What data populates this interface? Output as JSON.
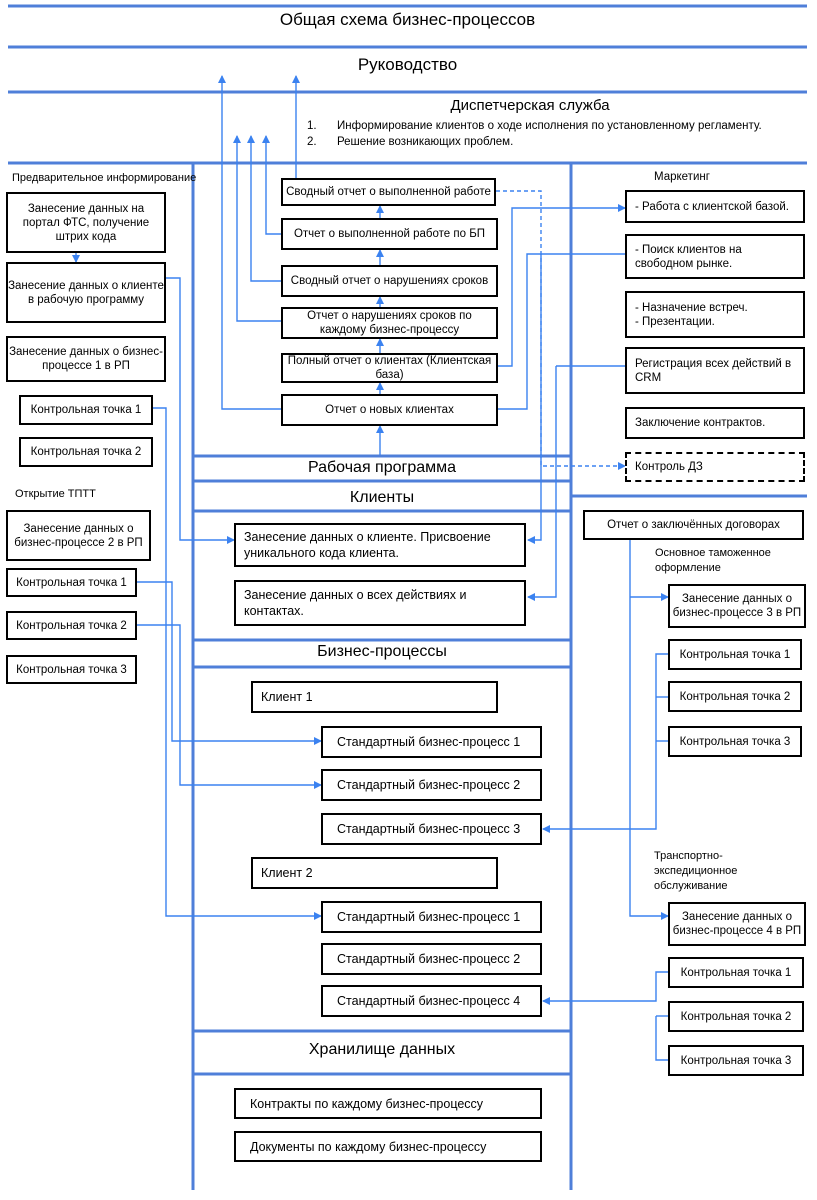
{
  "title": "Общая схема бизнес-процессов",
  "management": "Руководство",
  "dispatch": {
    "title": "Диспетчерская служба",
    "items": [
      {
        "num": "1.",
        "text": "Информирование клиентов о ходе исполнения по установленному регламенту."
      },
      {
        "num": "2.",
        "text": "Решение возникающих проблем."
      }
    ]
  },
  "left": {
    "prelim_label": "Предварительное информирование",
    "prelim_boxes": [
      "Занесение данных на портал ФТС, получение штрих кода",
      "Занесение данных о клиенте в рабочую программу",
      "Занесение данных о бизнес-процессе 1 в РП",
      "Контрольная точка 1",
      "Контрольная точка 2"
    ],
    "tptt_label": "Открытие ТПТТ",
    "tptt_boxes": [
      "Занесение данных о бизнес-процессе 2 в РП",
      "Контрольная точка 1",
      "Контрольная точка 2",
      "Контрольная точка 3"
    ]
  },
  "reports": [
    "Сводный отчет о выполненной работе",
    "Отчет о выполненной работе по БП",
    "Сводный отчет о нарушениях сроков",
    "Отчет о нарушениях сроков по каждому бизнес-процессу",
    "Полный отчет о клиентах (Клиентская база)",
    "Отчет о новых клиентах"
  ],
  "marketing": {
    "label": "Маркетинг",
    "boxes": [
      "- Работа с клиентской базой.",
      "- Поиск клиентов на свободном рынке.",
      "- Назначение встреч.\n- Презентации.",
      "Регистрация всех действий в CRM",
      "Заключение контрактов.",
      "Контроль ДЗ"
    ]
  },
  "work_program": "Рабочая программа",
  "clients": {
    "header": "Клиенты",
    "boxes": [
      "Занесение данных о клиенте. Присвоение уникального кода клиента.",
      "Занесение данных о всех действиях и контактах."
    ]
  },
  "bp": {
    "header": "Бизнес-процессы",
    "client1": "Клиент 1",
    "client1_items": [
      "Стандартный бизнес-процесс 1",
      "Стандартный бизнес-процесс 2",
      "Стандартный бизнес-процесс 3"
    ],
    "client2": "Клиент 2",
    "client2_items": [
      "Стандартный бизнес-процесс 1",
      "Стандартный бизнес-процесс 2",
      "Стандартный бизнес-процесс 4"
    ]
  },
  "right": {
    "contracts_report": "Отчет о заключённых договорах",
    "customs_label": "Основное таможенное оформление",
    "customs_boxes": [
      "Занесение данных о бизнес-процессе 3 в РП",
      "Контрольная точка 1",
      "Контрольная точка 2",
      "Контрольная точка 3"
    ],
    "transport_label": "Транспортно-экспедиционное обслуживание",
    "transport_boxes": [
      "Занесение данных о бизнес-процессе 4 в РП",
      "Контрольная точка 1",
      "Контрольная точка 2",
      "Контрольная точка 3"
    ]
  },
  "storage": {
    "header": "Хранилище данных",
    "boxes": [
      "Контракты по каждому бизнес-процессу",
      "Документы по каждому бизнес-процессу"
    ]
  },
  "colors": {
    "band": "#4f7fd9",
    "arrow": "#3b82f0",
    "box_border": "#000000"
  }
}
